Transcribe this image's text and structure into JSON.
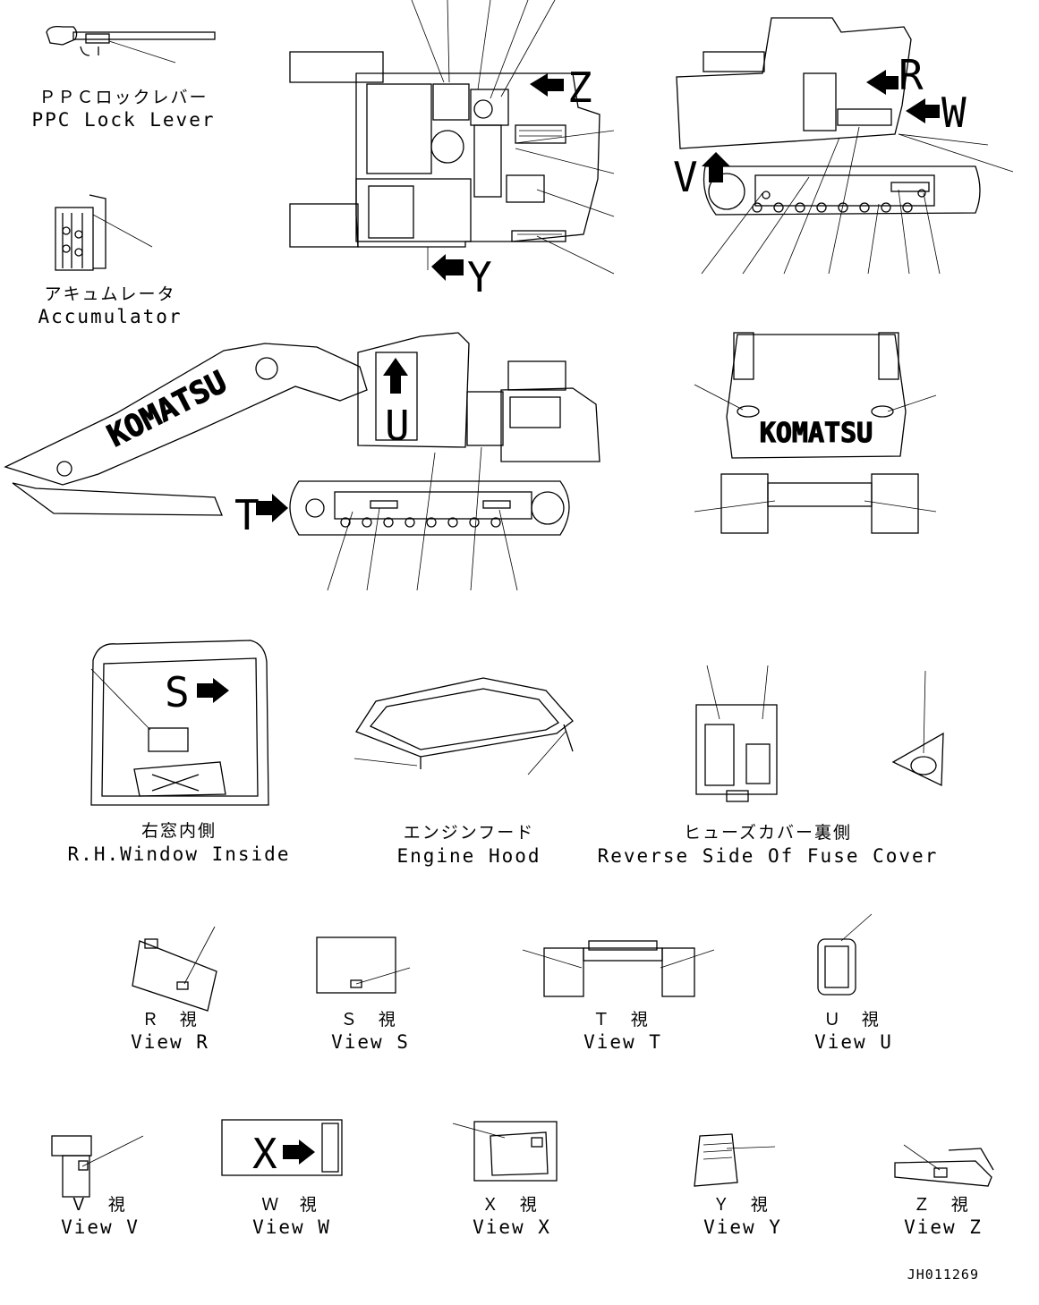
{
  "labels": {
    "ppc_jp": "ＰＰＣロックレバー",
    "ppc_en": "PPC Lock Lever",
    "acc_jp": "アキュムレータ",
    "acc_en": "Accumulator",
    "rhwin_jp": "右窓内側",
    "rhwin_en": "R.H.Window Inside",
    "hood_jp": "エンジンフード",
    "hood_en": "Engine Hood",
    "fuse_jp": "ヒューズカバー裏側",
    "fuse_en": "Reverse Side Of Fuse Cover",
    "brand": "KOMATSU"
  },
  "markers": {
    "z": "Z",
    "r": "R",
    "w": "W",
    "v": "V",
    "y": "Y",
    "u": "U",
    "t": "T",
    "s": "S",
    "x": "X"
  },
  "views": {
    "r_jp": "Ｒ 視",
    "r_en": "View R",
    "s_jp": "Ｓ 視",
    "s_en": "View S",
    "t_jp": "Ｔ 視",
    "t_en": "View T",
    "u_jp": "Ｕ 視",
    "u_en": "View U",
    "v_jp": "Ｖ 視",
    "v_en": "View V",
    "w_jp": "Ｗ 視",
    "w_en": "View W",
    "x_jp": "Ｘ 視",
    "x_en": "View X",
    "y_jp": "Ｙ 視",
    "y_en": "View Y",
    "z_jp": "Ｚ 視",
    "z_en": "View Z"
  },
  "drawing_number": "JH011269"
}
